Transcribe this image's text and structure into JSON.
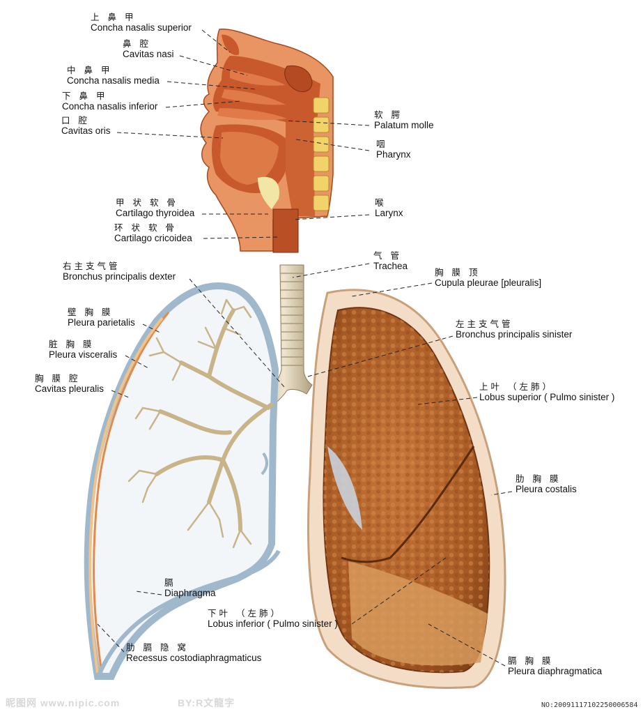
{
  "labels": {
    "concha_sup": {
      "zh": "上 鼻 甲",
      "la": "Concha nasalis superior"
    },
    "cavitas_nasi": {
      "zh": "鼻 腔",
      "la": "Cavitas nasi"
    },
    "concha_media": {
      "zh": "中 鼻 甲",
      "la": "Concha nasalis media"
    },
    "concha_inf": {
      "zh": "下 鼻 甲",
      "la": "Concha nasalis inferior"
    },
    "cavitas_oris": {
      "zh": "口 腔",
      "la": "Cavitas oris"
    },
    "palatum": {
      "zh": "软 腭",
      "la": "Palatum molle"
    },
    "pharynx": {
      "zh": "咽",
      "la": "Pharynx"
    },
    "thyroidea": {
      "zh": "甲 状 软 骨",
      "la": "Cartilago thyroidea"
    },
    "larynx": {
      "zh": "喉",
      "la": "Larynx"
    },
    "cricoidea": {
      "zh": "环 状 软 骨",
      "la": "Cartilago cricoidea"
    },
    "trachea": {
      "zh": "气 管",
      "la": "Trachea"
    },
    "bronchus_dexter": {
      "zh": "右主支气管",
      "la": "Bronchus principalis dexter"
    },
    "cupula": {
      "zh": "胸 膜 顶",
      "la": "Cupula pleurae  [pleuralis]"
    },
    "parietalis": {
      "zh": "壁 胸 膜",
      "la": "Pleura parietalis"
    },
    "bronchus_sinister": {
      "zh": "左主支气管",
      "la": "Bronchus principalis sinister"
    },
    "visceralis": {
      "zh": "脏 胸 膜",
      "la": "Pleura visceralis"
    },
    "cavitas_pleuralis": {
      "zh": "胸 膜 腔",
      "la": "Cavitas pleuralis"
    },
    "lobus_sup": {
      "zh": "上叶 （左肺）",
      "la": "Lobus superior ( Pulmo sinister )"
    },
    "costalis": {
      "zh": "肋 胸 膜",
      "la": "Pleura costalis"
    },
    "diaphragma": {
      "zh": "膈",
      "la": "Diaphragma"
    },
    "lobus_inf": {
      "zh": "下叶 （左肺）",
      "la": "Lobus inferior ( Pulmo sinister )"
    },
    "recessus": {
      "zh": "肋 膈 隐 窝",
      "la": "Recessus costodiaphragmaticus"
    },
    "diaphragmatica": {
      "zh": "膈 胸 膜",
      "la": "Pleura diaphragmatica"
    }
  },
  "watermark": {
    "left": "昵图网 www.nipic.com",
    "mid": "BY:R文龍字",
    "right": "NO:20091117102250006584"
  },
  "colors": {
    "skin": "#e8915a",
    "tissue": "#c8592c",
    "pleura_blue": "#9fb8cc",
    "lung": "#b5652b",
    "bronchi": "#c9b48a"
  }
}
